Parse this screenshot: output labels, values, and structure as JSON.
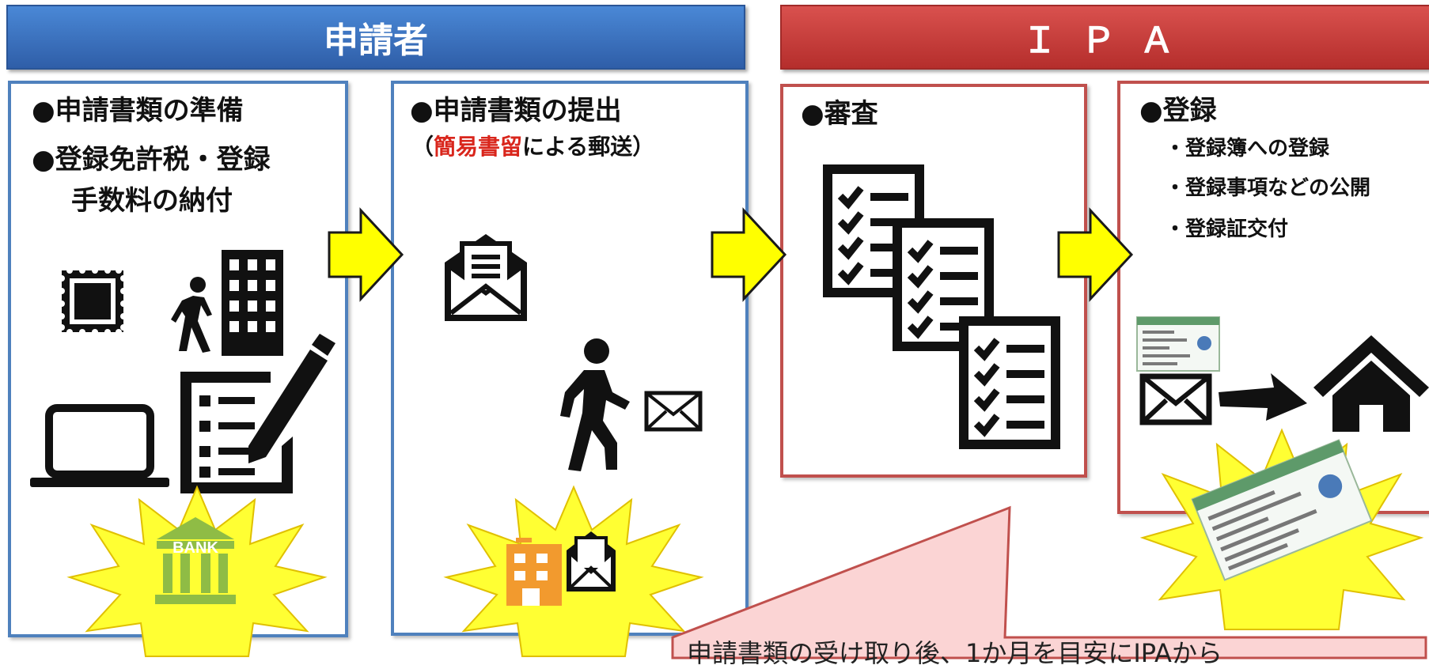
{
  "headers": {
    "applicant": "申請者",
    "ipa": "ＩＰＡ"
  },
  "panels": {
    "prepare": {
      "line1": "●申請書類の準備",
      "line2": "●登録免許税・登録",
      "line3": "手数料の納付"
    },
    "submit": {
      "line1": "●申請書類の提出",
      "sub_open": "（",
      "sub_em": "簡易書留",
      "sub_rest": "による郵送）"
    },
    "review": {
      "line1": "●審査"
    },
    "register": {
      "line1": "●登録",
      "items": [
        "・登録簿への登録",
        "・登録事項などの公開",
        "・登録証交付"
      ]
    }
  },
  "bank_label": "BANK",
  "note": "申請書類の受け取り後、1か月を目安にIPAから",
  "colors": {
    "applicant_blue": "#4f81bd",
    "ipa_red": "#c0504d",
    "arrow_yellow": "#ffff00",
    "starburst_yellow": "#ffff33",
    "bank_green": "#8fbc45",
    "post_orange": "#f29a2e",
    "note_fill": "#fbd4d4",
    "emphasis_red": "#d9261c"
  },
  "icons": [
    "stamp-icon",
    "walking-person-icon",
    "building-icon",
    "laptop-icon",
    "checklist-pen-icon",
    "bank-icon",
    "open-envelope-icon",
    "person-with-letter-icon",
    "post-office-icon",
    "checklist-icon",
    "certificate-card-icon",
    "envelope-icon",
    "house-icon"
  ]
}
